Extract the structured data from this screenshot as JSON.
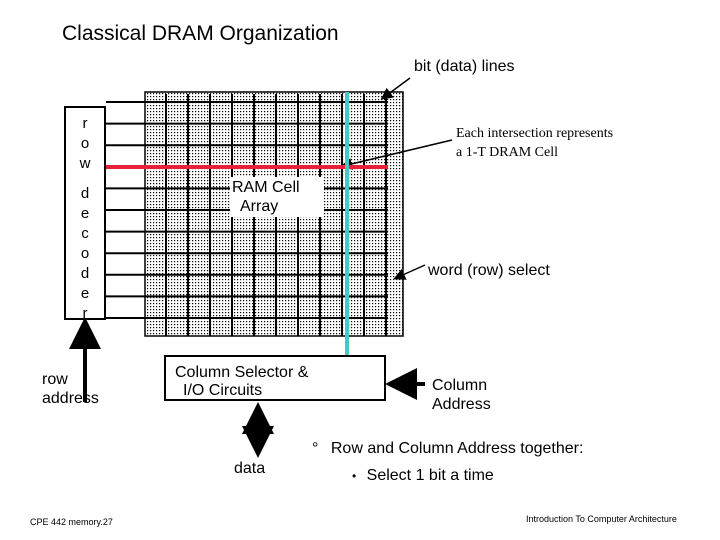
{
  "title": "Classical DRAM Organization",
  "labels": {
    "bit_lines": "bit (data) lines",
    "decoder_line1": "r\no\nw",
    "decoder_line2": "d\ne\nc\no\nd\ne\nr",
    "intersection_line1": "Each intersection represents",
    "intersection_line2": "a 1-T DRAM Cell",
    "ram_cell_line1": "RAM Cell",
    "ram_cell_line2": "Array",
    "word_select": "word (row) select",
    "row_address_line1": "row",
    "row_address_line2": "address",
    "selector_line1": "Column Selector &",
    "selector_line2": "I/O Circuits",
    "column_address_line1": "Column",
    "column_address_line2": "Address",
    "data": "data",
    "bullet_main": "Row and Column Address together:",
    "bullet_sub": "Select 1 bit a time",
    "bullet_main_marker": "°",
    "bullet_sub_marker": "•"
  },
  "footer": {
    "left": "CPE 442  memory.27",
    "right": "Introduction To Computer Architecture"
  },
  "colors": {
    "row_select": "#e8203a",
    "bit_select": "#49c6c6",
    "grid": "#000000"
  }
}
